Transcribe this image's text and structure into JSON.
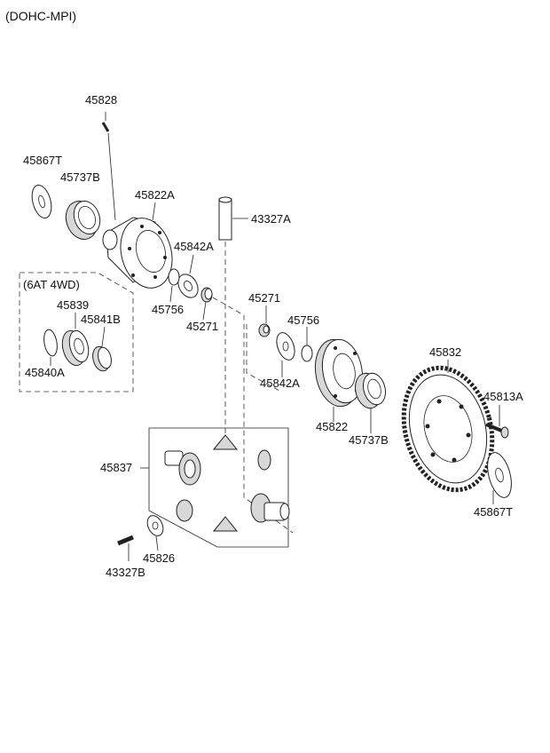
{
  "title": "(DOHC-MPI)",
  "group_label": "(6AT 4WD)",
  "labels": {
    "p45828": "45828",
    "p45867T_top": "45867T",
    "p45737B_top": "45737B",
    "p45822A": "45822A",
    "p43327A": "43327A",
    "p45842A_top": "45842A",
    "p45756_left": "45756",
    "p45271_left": "45271",
    "p45271_right": "45271",
    "p45756_right": "45756",
    "p45842A_right": "45842A",
    "p45832": "45832",
    "p45813A": "45813A",
    "p45822": "45822",
    "p45737B_right": "45737B",
    "p45867T_right": "45867T",
    "p45839": "45839",
    "p45841B": "45841B",
    "p45840A": "45840A",
    "p45837": "45837",
    "p45826": "45826",
    "p43327B": "43327B"
  }
}
